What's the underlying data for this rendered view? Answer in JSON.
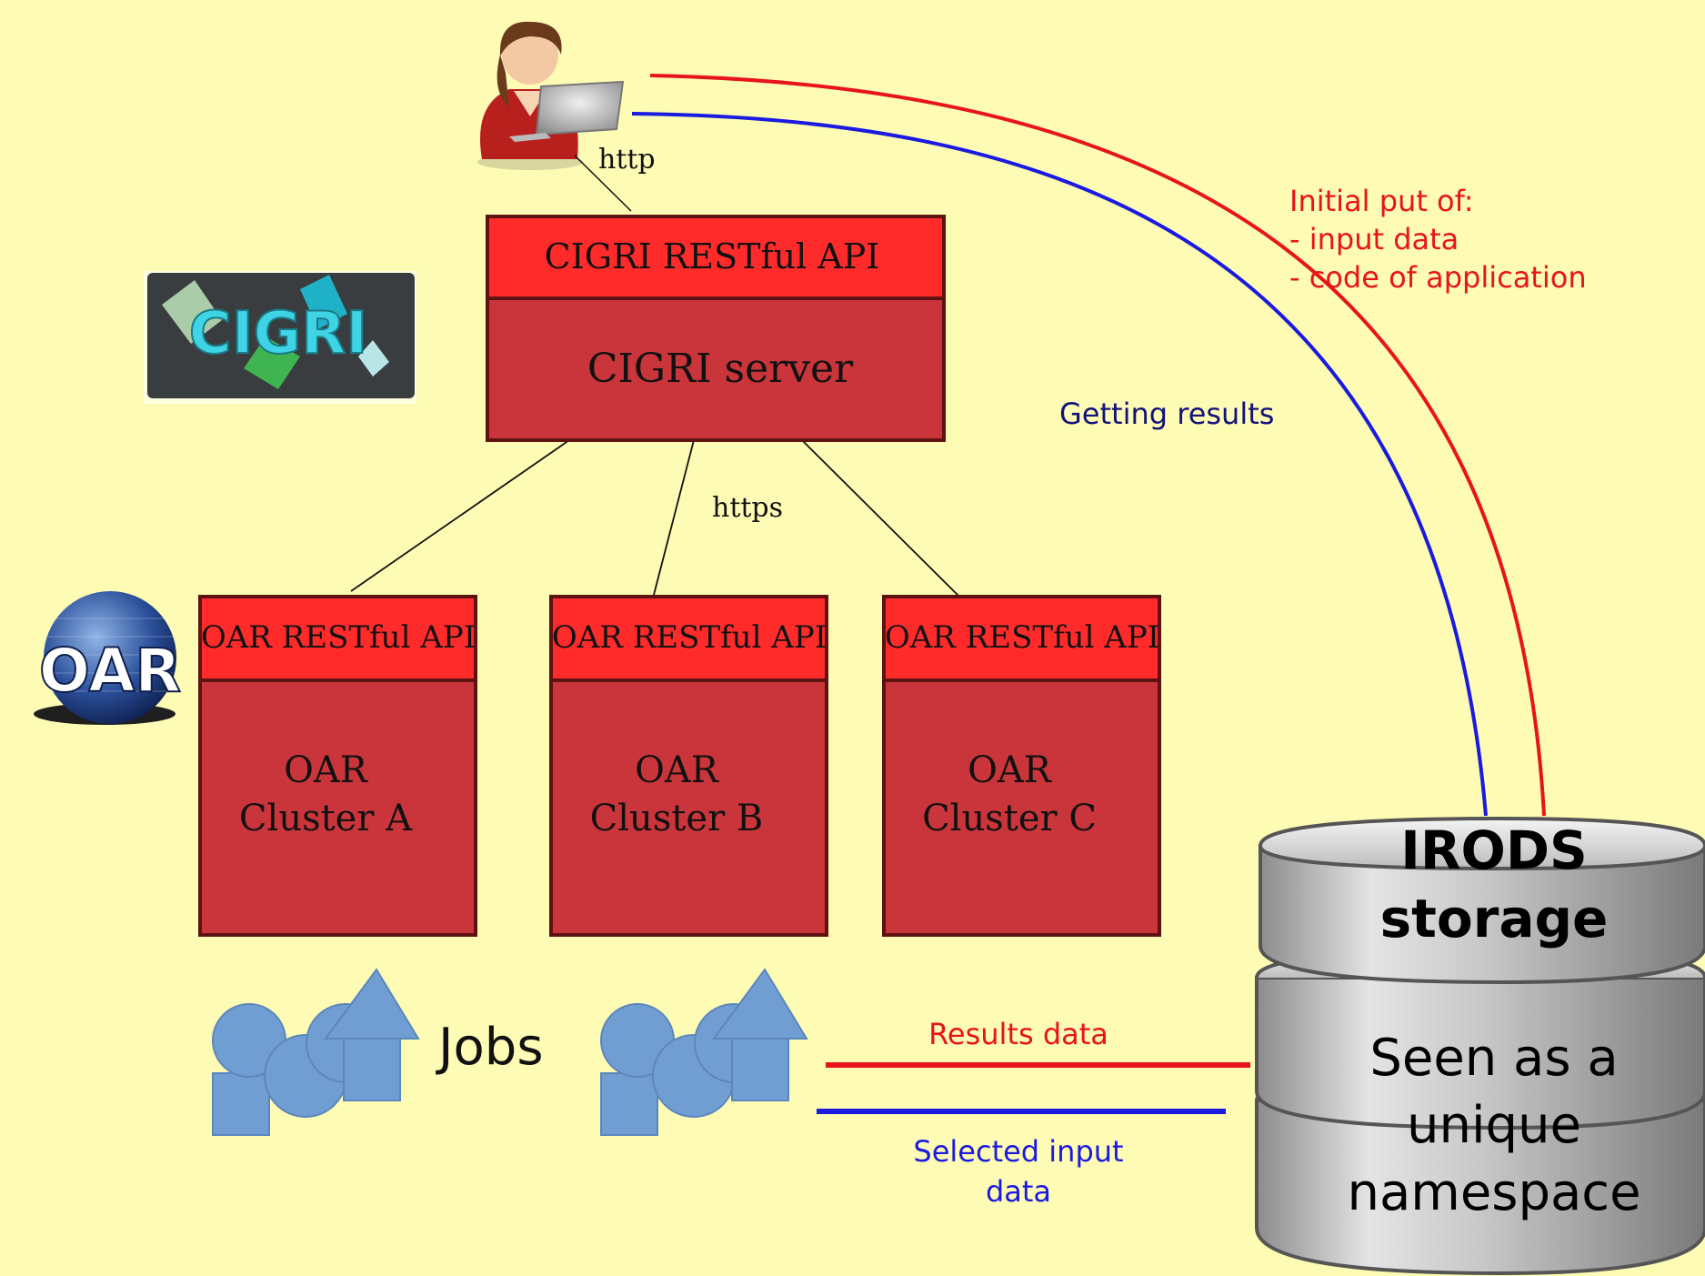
{
  "user": {
    "protocol": "http"
  },
  "cigri": {
    "logo_text": "CIGRI",
    "api_label": "CIGRI RESTful API",
    "server_label": "CIGRI server",
    "protocol": "https"
  },
  "oar": {
    "logo_text": "OAR",
    "clusters": [
      {
        "api_label": "OAR RESTful API",
        "line1": "OAR",
        "line2": "Cluster A"
      },
      {
        "api_label": "OAR RESTful API",
        "line1": "OAR",
        "line2": "Cluster B"
      },
      {
        "api_label": "OAR RESTful API",
        "line1": "OAR",
        "line2": "Cluster C"
      }
    ]
  },
  "jobs": {
    "label": "Jobs"
  },
  "irods": {
    "title_line1": "IRODS",
    "title_line2": "storage",
    "body_line1": "Seen as a",
    "body_line2": "unique",
    "body_line3": "namespace"
  },
  "flows": {
    "initial_put": {
      "line1": "Initial put of:",
      "line2": "- input data",
      "line3": "- code of application",
      "color": "#e8141b"
    },
    "getting_results": {
      "label": "Getting results",
      "color": "#1a1ae0"
    },
    "results_data": {
      "label": "Results data",
      "color": "#e8141b"
    },
    "selected_input": {
      "line1": "Selected input",
      "line2": "data",
      "color": "#1a1ae0"
    }
  },
  "colors": {
    "background": "#fefbb4",
    "api_fill": "#ff2b2b",
    "box_fill": "#c9353a",
    "border": "#6b1414",
    "job_shape": "#719ed2",
    "storage": "#b0b0b0"
  }
}
